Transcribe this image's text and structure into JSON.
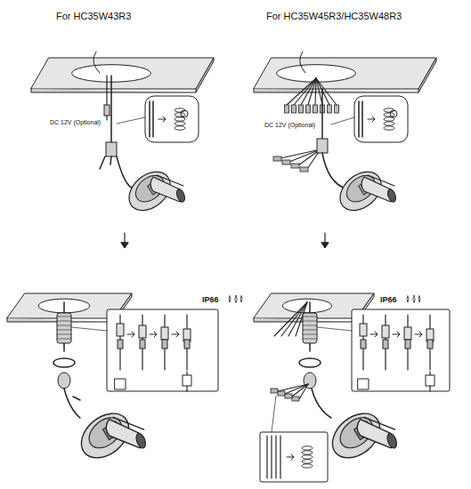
{
  "diagram": {
    "labels": [
      "For HC35W43R3",
      "For HC35W45R3/HC35W48R3",
      "DC 12V (Optional)",
      "DC 12V (Optional)",
      "IP66",
      "IP66"
    ]
  }
}
